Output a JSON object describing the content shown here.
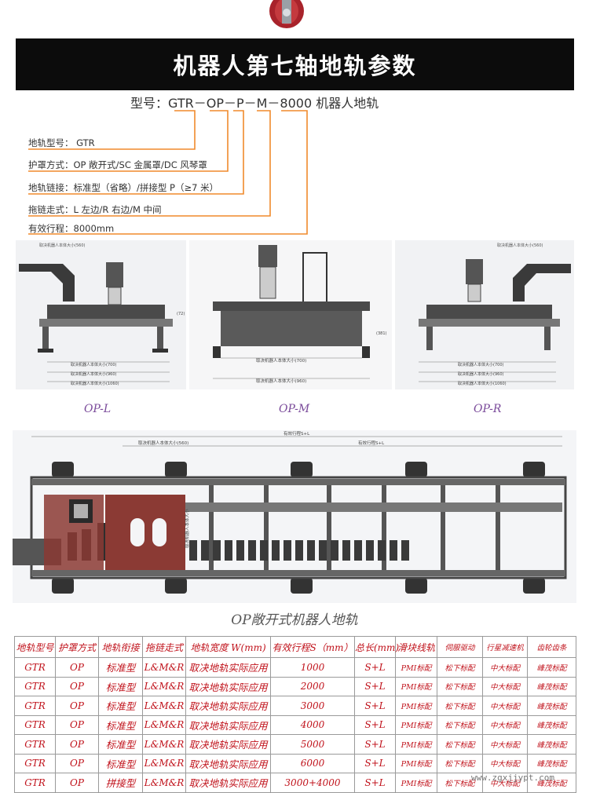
{
  "title": "机器人第七轴地轨参数",
  "model": {
    "prefix": "型号：",
    "code": "GTR－OP－P－M－8000",
    "suffix": "机器人地轨"
  },
  "specs": [
    "地轨型号：   GTR",
    "护罩方式：OP 敞开式/SC 金属罩/DC 风琴罩",
    "地轨链接：标准型（省略）/拼接型 P（≥7 米）",
    "拖链走式：L 左边/R 右边/M 中间",
    "有效行程：8000mm"
  ],
  "views": [
    "OP-L",
    "OP-M",
    "OP-R"
  ],
  "drawing_texts": {
    "robot_size": "取决机器人本体大小",
    "robot_size_560": "取决机器人本体大小(560)",
    "robot_size_700": "取决机器人本体大小(700)",
    "robot_size_960": "取决机器人本体大小(960)",
    "robot_size_1060": "取决机器人本体大小(1060)",
    "stroke": "有效行程S+L",
    "dim_72": "(72)",
    "dim_381": "(381)"
  },
  "section_caption": "OP敞开式机器人地轨",
  "table": {
    "headers": [
      "地轨型号",
      "护罩方式",
      "地轨衔接",
      "拖链走式",
      "地轨宽度 W(mm)",
      "有效行程S（mm）",
      "总长(mm)",
      "滑块线轨",
      "伺服驱动",
      "行星减速机",
      "齿轮齿条"
    ],
    "rows": [
      [
        "GTR",
        "OP",
        "标准型",
        "L&M&R",
        "取决地轨实际应用",
        "1000",
        "S+L",
        "PMI标配",
        "松下标配",
        "中大标配",
        "峰茂标配"
      ],
      [
        "GTR",
        "OP",
        "标准型",
        "L&M&R",
        "取决地轨实际应用",
        "2000",
        "S+L",
        "PMI标配",
        "松下标配",
        "中大标配",
        "峰茂标配"
      ],
      [
        "GTR",
        "OP",
        "标准型",
        "L&M&R",
        "取决地轨实际应用",
        "3000",
        "S+L",
        "PMI标配",
        "松下标配",
        "中大标配",
        "峰茂标配"
      ],
      [
        "GTR",
        "OP",
        "标准型",
        "L&M&R",
        "取决地轨实际应用",
        "4000",
        "S+L",
        "PMI标配",
        "松下标配",
        "中大标配",
        "峰茂标配"
      ],
      [
        "GTR",
        "OP",
        "标准型",
        "L&M&R",
        "取决地轨实际应用",
        "5000",
        "S+L",
        "PMI标配",
        "松下标配",
        "中大标配",
        "峰茂标配"
      ],
      [
        "GTR",
        "OP",
        "标准型",
        "L&M&R",
        "取决地轨实际应用",
        "6000",
        "S+L",
        "PMI标配",
        "松下标配",
        "中大标配",
        "峰茂标配"
      ],
      [
        "GTR",
        "OP",
        "拼接型",
        "L&M&R",
        "取决地轨实际应用",
        "3000+4000",
        "S+L",
        "PMI标配",
        "松下标配",
        "中大标配",
        "峰茂标配"
      ]
    ]
  },
  "watermark": "www.zgxjjypt.com",
  "colors": {
    "title_band": "#0c0c0c",
    "connector": "#f08a2c",
    "table_text": "#c0121b",
    "carriage": "#8b3a34",
    "caption_purple": "#7a4a9a"
  }
}
